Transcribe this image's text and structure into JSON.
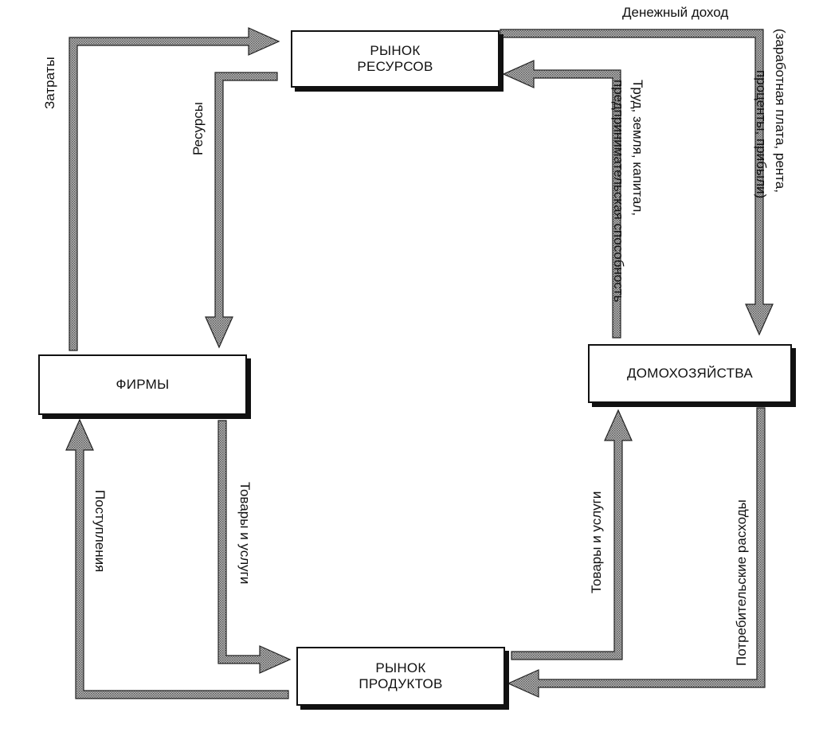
{
  "boxes": {
    "resource_market": {
      "line1": "РЫНОК",
      "line2": "РЕСУРСОВ"
    },
    "product_market": {
      "line1": "РЫНОК",
      "line2": "ПРОДУКТОВ"
    },
    "firms": {
      "label": "ФИРМЫ"
    },
    "households": {
      "label": "ДОМОХОЗЯЙСТВА"
    }
  },
  "labels": {
    "costs": "Затраты",
    "resources": "Ресурсы",
    "money_income": "Денежный доход",
    "income_detail_1": "(заработная плата,  рента,",
    "income_detail_2": "проценты, прибыли)",
    "factors_1": "Труд, земля, капитал,",
    "factors_2": "предпринимательская способность",
    "goods_services_firms": "Товары и услуги",
    "revenue": "Поступления",
    "goods_services_households": "Товары и услуги",
    "consumer_spending": "Потребительские расходы"
  },
  "colors": {
    "arrow_fill": "#8f8f8f",
    "outline": "#111111"
  }
}
